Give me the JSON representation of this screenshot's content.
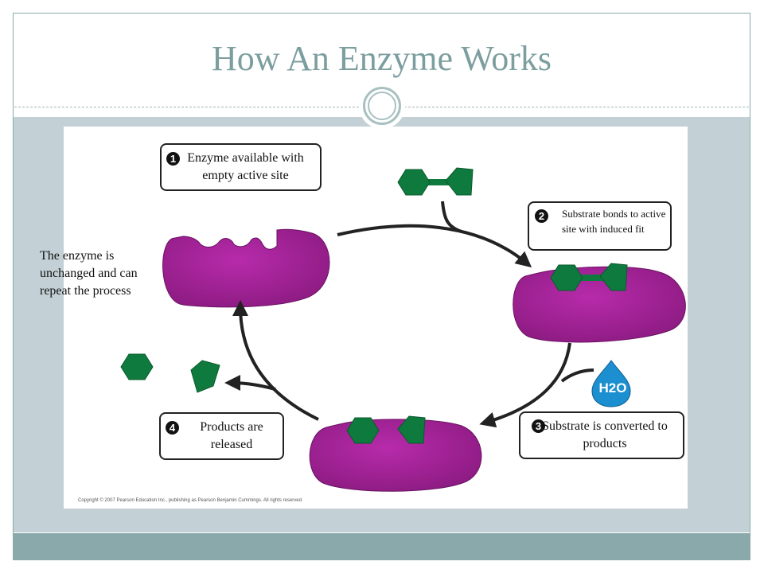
{
  "slide": {
    "title": "How An Enzyme Works",
    "side_note": "The enzyme is unchanged and can repeat the process"
  },
  "steps": [
    {
      "number": "1",
      "text": "Enzyme available with empty active site"
    },
    {
      "number": "2",
      "text": "Substrate bonds to active site with induced fit"
    },
    {
      "number": "3",
      "text": "Substrate is converted to products"
    },
    {
      "number": "4",
      "text": "Products are released"
    }
  ],
  "water_label": "H2O",
  "copyright": "Copyright © 2007 Pearson Education Inc., publishing as Pearson Benjamin Cummings. All rights reserved.",
  "colors": {
    "title": "#7d9e9f",
    "band": "#c3d1d6",
    "footer": "#8aa9aa",
    "enzyme": "#9b1f8e",
    "substrate": "#0f7a3d",
    "water": "#1b8fd0"
  },
  "icons": [
    "enzyme-shape",
    "substrate-molecule",
    "product-molecule",
    "water-drop-icon",
    "cycle-arrow"
  ]
}
